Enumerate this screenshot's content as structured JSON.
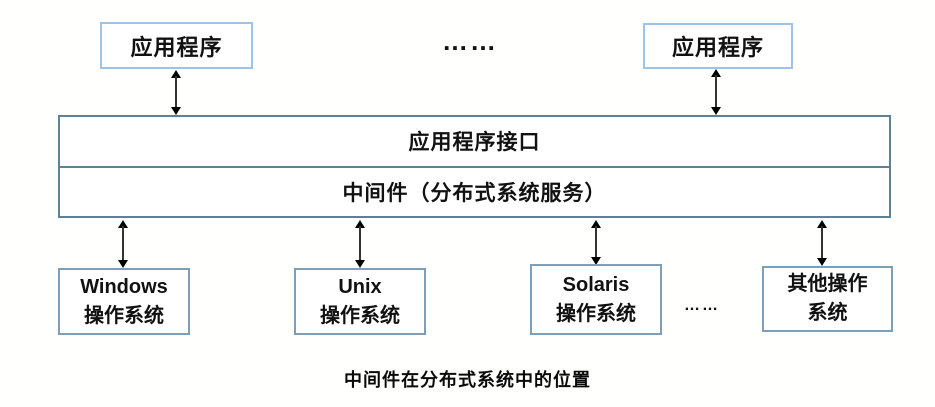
{
  "colors": {
    "app_box_border": "#9dc3e6",
    "layer_band_border": "#5d8298",
    "os_box_border": "#7da0b8",
    "arrow_color": "#000000",
    "arrow_shaft_color": "#333333"
  },
  "diagram": {
    "top_apps": [
      {
        "label": "应用程序"
      },
      {
        "label": "应用程序"
      }
    ],
    "top_ellipsis": "……",
    "layers": {
      "api_label": "应用程序接口",
      "middleware_label": "中间件（分布式系统服务）"
    },
    "os_boxes": [
      {
        "line1": "Windows",
        "line2": "操作系统"
      },
      {
        "line1": "Unix",
        "line2": "操作系统"
      },
      {
        "line1": "Solaris",
        "line2": "操作系统"
      },
      {
        "line1": "其他操作",
        "line2": "系统"
      }
    ],
    "bottom_ellipsis": "……",
    "caption": "中间件在分布式系统中的位置"
  }
}
